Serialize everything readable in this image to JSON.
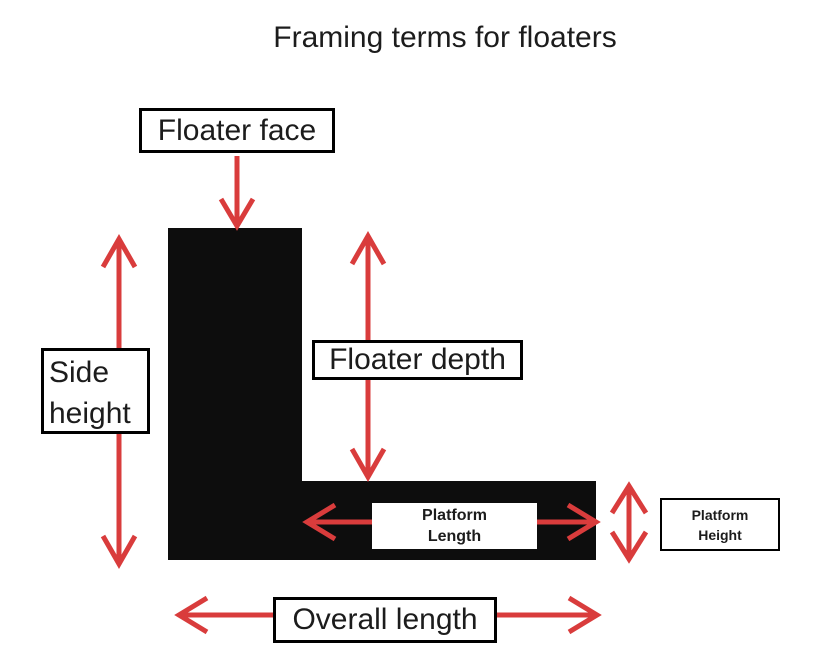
{
  "title": "Framing terms for floaters",
  "colors": {
    "arrow_red": "#d93c3c",
    "shape_black": "#0d0d0d",
    "box_border": "#000000",
    "background": "#ffffff",
    "text": "#1c1c1c"
  },
  "labels": {
    "floater_face": "Floater face",
    "side_height": "Side height",
    "floater_depth": "Floater depth",
    "platform_length": {
      "line1": "Platform",
      "line2": "Length"
    },
    "platform_height": {
      "line1": "Platform",
      "line2": "Height"
    },
    "overall_length": "Overall length"
  }
}
